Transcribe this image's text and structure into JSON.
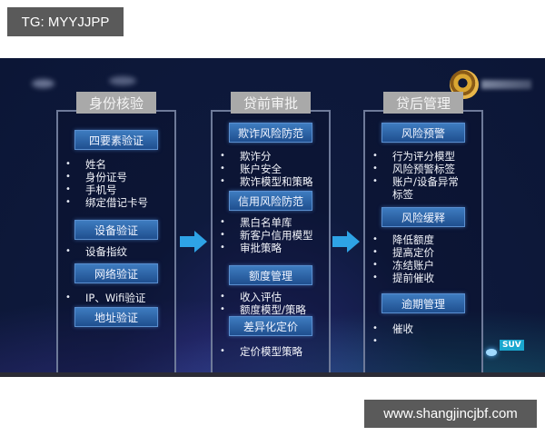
{
  "overlay": {
    "top_left_tag": "TG: MYYJJPP",
    "bottom_right_site": "www.shangjincjbf.com"
  },
  "slide": {
    "logo_icon": "golden-swirl-logo",
    "badge": "SUV",
    "arrow_icon": "right-arrow-icon",
    "columns": [
      {
        "title": "身份核验",
        "sections": [
          {
            "label": "四要素验证",
            "items": [
              "姓名",
              "身份证号",
              "手机号",
              "绑定借记卡号"
            ]
          },
          {
            "label": "设备验证",
            "items": [
              "设备指纹"
            ]
          },
          {
            "label": "网络验证",
            "items": [
              "IP、Wifi验证"
            ]
          },
          {
            "label": "地址验证",
            "items": []
          }
        ]
      },
      {
        "title": "贷前审批",
        "sections": [
          {
            "label": "欺诈风险防范",
            "items": [
              "欺诈分",
              "账户安全",
              "欺诈模型和策略"
            ]
          },
          {
            "label": "信用风险防范",
            "items": [
              "黑白名单库",
              "新客户信用模型",
              "审批策略"
            ]
          },
          {
            "label": "额度管理",
            "items": [
              "收入评估",
              "额度模型/策略"
            ]
          },
          {
            "label": "差异化定价",
            "items": [
              "定价模型策略"
            ]
          }
        ]
      },
      {
        "title": "贷后管理",
        "sections": [
          {
            "label": "风险预警",
            "items": [
              "行为评分模型",
              "风险预警标签",
              "账户/设备异常",
              "标签"
            ]
          },
          {
            "label": "风险缓释",
            "items": [
              "降低额度",
              "提高定价",
              "冻结账户",
              "提前催收"
            ]
          },
          {
            "label": "逾期管理",
            "items": [
              "催收",
              ""
            ]
          }
        ]
      }
    ]
  }
}
